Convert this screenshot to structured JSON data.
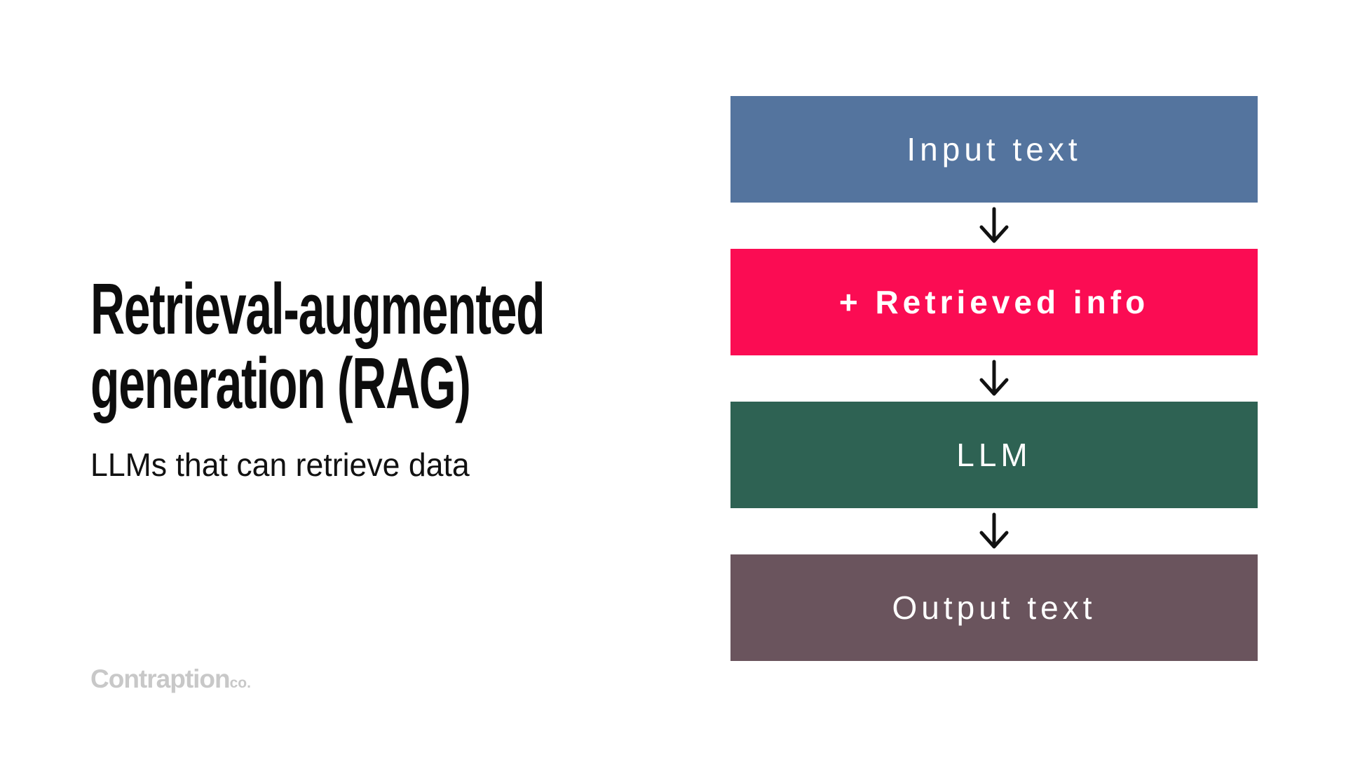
{
  "slide": {
    "title_line1": "Retrieval-augmented",
    "title_line2": "generation (RAG)",
    "subtitle": "LLMs that can retrieve data",
    "logo": {
      "name": "Contraption",
      "suffix": "co.",
      "color": "#c8c8c8"
    },
    "background_color": "#ffffff",
    "title_color": "#0d0d0d"
  },
  "diagram": {
    "type": "flowchart",
    "direction": "top-to-bottom",
    "arrow_icon": "down-arrow",
    "arrow_color": "#111111",
    "nodes": [
      {
        "label": "Input text",
        "bg": "#54749E",
        "textColor": "#ffffff",
        "fontWeight": "400"
      },
      {
        "label": "+ Retrieved info",
        "bg": "#FB0C53",
        "textColor": "#ffffff",
        "fontWeight": "700"
      },
      {
        "label": "LLM",
        "bg": "#2E6253",
        "textColor": "#ffffff",
        "fontWeight": "400"
      },
      {
        "label": "Output text",
        "bg": "#6A545D",
        "textColor": "#ffffff",
        "fontWeight": "400"
      }
    ],
    "edges": [
      {
        "from": "Input text",
        "to": "+ Retrieved info"
      },
      {
        "from": "+ Retrieved info",
        "to": "LLM"
      },
      {
        "from": "LLM",
        "to": "Output text"
      }
    ]
  }
}
